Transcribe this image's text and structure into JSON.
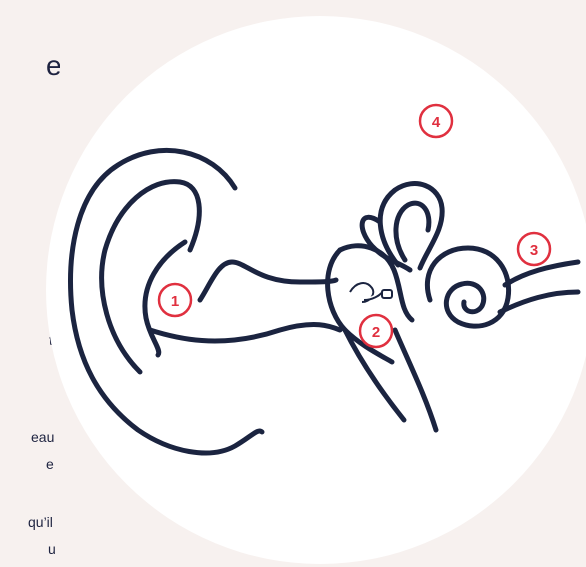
{
  "left_text": {
    "big": "e",
    "lines": [
      "t",
      "eau",
      "e",
      "qu’il",
      "u"
    ]
  },
  "markers": [
    {
      "label": "1"
    },
    {
      "label": "2"
    },
    {
      "label": "3"
    },
    {
      "label": "4"
    }
  ],
  "colors": {
    "background": "#f7f1ef",
    "circle": "#ffffff",
    "outline": "#1b2440",
    "marker": "#e0303f"
  }
}
